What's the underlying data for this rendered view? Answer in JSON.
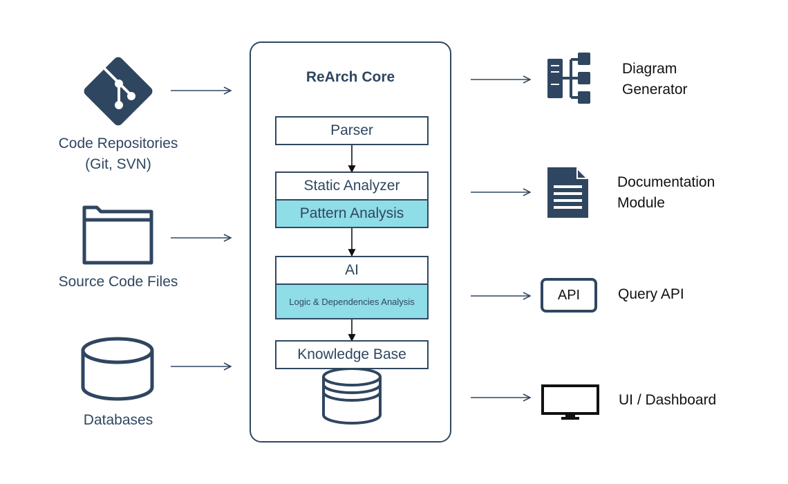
{
  "inputs": [
    {
      "id": "repos",
      "label_lines": [
        "Code Repositories",
        "(Git, SVN)"
      ],
      "icon": "git-icon"
    },
    {
      "id": "files",
      "label_lines": [
        "Source Code Files"
      ],
      "icon": "folder-icon"
    },
    {
      "id": "db",
      "label_lines": [
        "Databases"
      ],
      "icon": "database-icon"
    }
  ],
  "core": {
    "title": "ReArch Core",
    "parser": "Parser",
    "static_analyzer": "Static Analyzer",
    "pattern_analysis": "Pattern Analysis",
    "ai": "AI",
    "logic_analysis": "Logic & Dependencies Analysis",
    "knowledge_base": "Knowledge Base",
    "kb_icon": "database-icon"
  },
  "outputs": [
    {
      "id": "diagram",
      "label_lines": [
        "Diagram",
        "Generator"
      ],
      "icon": "hierarchy-server-icon"
    },
    {
      "id": "docs",
      "label_lines": [
        "Documentation",
        "Module"
      ],
      "icon": "document-icon"
    },
    {
      "id": "api",
      "label_lines": [
        "Query API"
      ],
      "icon": "api-icon",
      "icon_text": "API"
    },
    {
      "id": "ui",
      "label_lines": [
        "UI / Dashboard"
      ],
      "icon": "monitor-icon"
    }
  ],
  "colors": {
    "navy": "#2f4660",
    "teal": "#8fdde6",
    "black": "#111111"
  }
}
